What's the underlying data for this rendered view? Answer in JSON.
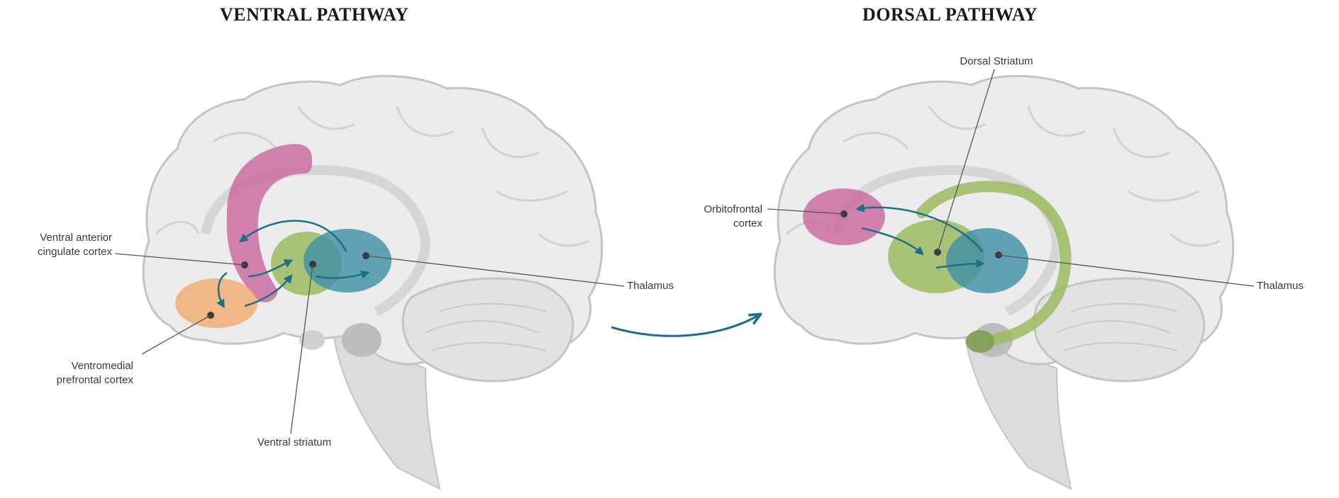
{
  "ventral": {
    "title": "VENTRAL PATHWAY",
    "labels": {
      "vacc_line1": "Ventral anterior",
      "vacc_line2": "cingulate cortex",
      "vmpfc_line1": "Ventromedial",
      "vmpfc_line2": "prefrontal cortex",
      "ventral_striatum": "Ventral striatum",
      "thalamus": "Thalamus"
    },
    "region_colors": {
      "cingulate": "#c9679e",
      "vmpfc": "#f3a766",
      "striatum": "#9cbb62",
      "thalamus": "#3e8ea6"
    }
  },
  "dorsal": {
    "title": "DORSAL PATHWAY",
    "labels": {
      "dorsal_striatum": "Dorsal Striatum",
      "ofc_line1": "Orbitofrontal",
      "ofc_line2": "cortex",
      "thalamus": "Thalamus"
    },
    "region_colors": {
      "ofc": "#c9679e",
      "striatum": "#9cbb62",
      "thalamus": "#3e8ea6"
    }
  },
  "colors": {
    "arrow": "#1d6f86",
    "brain_fill": "#ececec",
    "brain_stroke": "#c4c4c4",
    "leader_line": "#555555"
  }
}
